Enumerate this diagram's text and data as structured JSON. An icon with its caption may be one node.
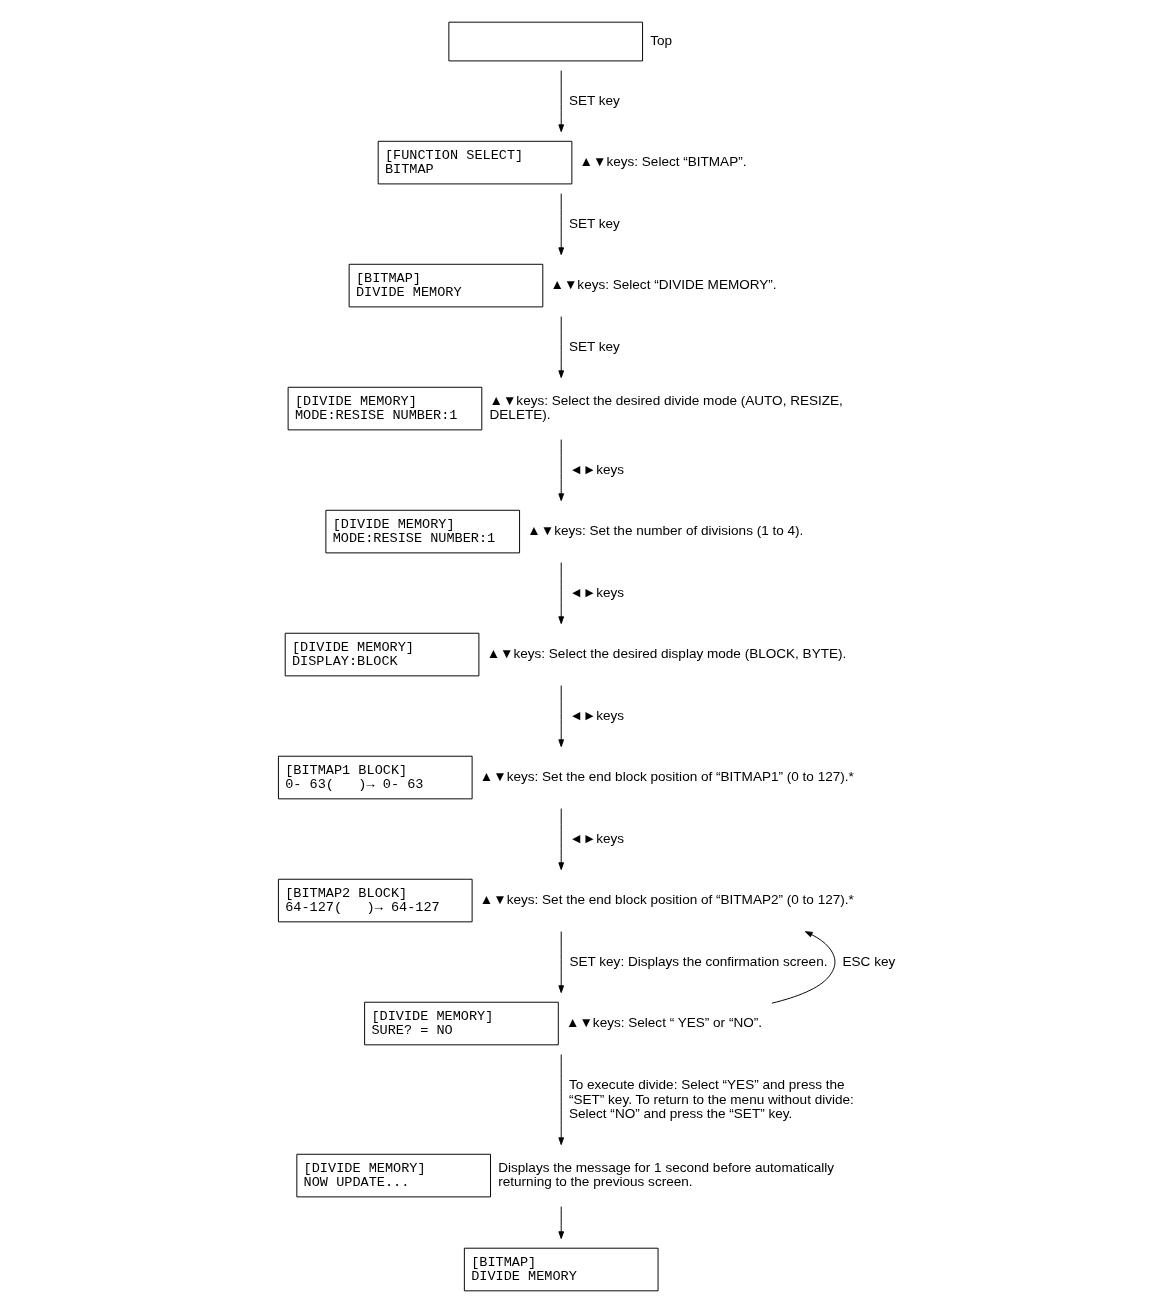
{
  "diagram": {
    "nodes": [
      {
        "text": [],
        "shape": "box",
        "beside": [
          "Top"
        ]
      },
      {
        "text": [
          "[FUNCTION SELECT]",
          "BITMAP"
        ],
        "beside": [
          "▲▼keys: Select “BITMAP”."
        ]
      },
      {
        "text": [
          "[BITMAP]",
          "DIVIDE MEMORY"
        ],
        "beside": [
          "▲▼keys: Select “DIVIDE MEMORY”."
        ]
      },
      {
        "text": [
          "[DIVIDE MEMORY]",
          "MODE:RESISE NUMBER:1"
        ],
        "beside": [
          "▲▼keys: Select the desired divide mode (AUTO, RESIZE, DELETE)."
        ]
      },
      {
        "text": [
          "[DIVIDE MEMORY]",
          "MODE:RESISE NUMBER:1"
        ],
        "beside": [
          "▲▼keys: Set the number of divisions (1 to 4)."
        ]
      },
      {
        "text": [
          "[DIVIDE MEMORY]",
          "DISPLAY:BLOCK"
        ],
        "beside": [
          "▲▼keys: Select the desired display mode (BLOCK, BYTE)."
        ]
      },
      {
        "text": [
          "[BITMAP1 BLOCK]",
          "0- 63(   )→ 0- 63"
        ],
        "beside": [
          "▲▼keys: Set the end block position of “BITMAP1” (0 to 127).*"
        ]
      },
      {
        "text": [
          "[BITMAP2 BLOCK]",
          "64-127(   )→ 64-127"
        ],
        "beside": [
          "▲▼keys: Set the end block position of “BITMAP2” (0 to 127).*"
        ]
      },
      {
        "text": [
          "[DIVIDE MEMORY]",
          "SURE? = NO"
        ],
        "beside": [
          "▲▼keys: Select “ YES” or “NO”."
        ]
      },
      {
        "text": [
          "[DIVIDE MEMORY]",
          "NOW UPDATE..."
        ],
        "beside": [
          "Displays the message for 1 second before automatically returning to the previous screen."
        ]
      },
      {
        "text": [
          "[BITMAP]",
          "DIVIDE MEMORY"
        ]
      }
    ],
    "edges": [
      {
        "from": 0,
        "to": 1,
        "arrow": "to",
        "label": "SET key"
      },
      {
        "from": 1,
        "to": 2,
        "arrow": "to",
        "label": "SET key"
      },
      {
        "from": 2,
        "to": 3,
        "arrow": "to",
        "label": "SET key"
      },
      {
        "from": 3,
        "to": 4,
        "arrow": "to",
        "label": "◄►keys"
      },
      {
        "from": 4,
        "to": 5,
        "arrow": "to",
        "label": "◄►keys"
      },
      {
        "from": 5,
        "to": 6,
        "arrow": "to",
        "label": "◄►keys"
      },
      {
        "from": 6,
        "to": 7,
        "arrow": "to",
        "label": "◄►keys"
      },
      {
        "from": 7,
        "to": 8,
        "arrow": "to",
        "label": "SET key: Displays the confirmation screen."
      },
      {
        "from": 8,
        "to": 7,
        "arrow": "to",
        "label": "ESC key"
      },
      {
        "from": 8,
        "to": 9,
        "arrow": "to",
        "label": "To execute divide: Select “YES” and press the “SET” key. To return to the menu without divide: Select “NO” and press the “SET” key."
      },
      {
        "from": 9,
        "to": 10,
        "arrow": "to"
      }
    ]
  }
}
